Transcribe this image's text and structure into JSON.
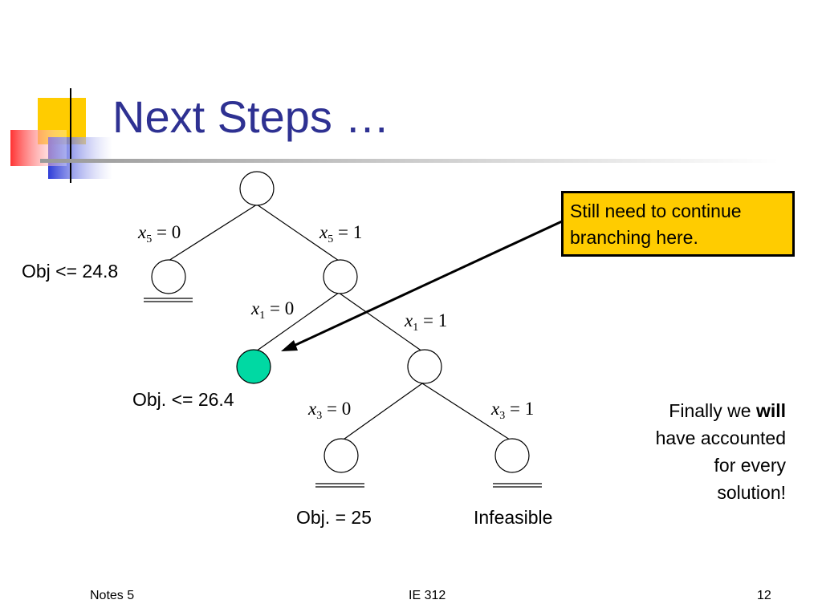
{
  "slide": {
    "title": "Next Steps …",
    "accent_colors": {
      "title": "#2e3192",
      "highlight_node": "#00d9a3",
      "callout": "#ffcc00"
    }
  },
  "tree": {
    "branch_labels": {
      "x5_0": {
        "var": "x",
        "sub": "5",
        "rel": " = 0"
      },
      "x5_1": {
        "var": "x",
        "sub": "5",
        "rel": " = 1"
      },
      "x1_0": {
        "var": "x",
        "sub": "1",
        "rel": " = 0"
      },
      "x1_1": {
        "var": "x",
        "sub": "1",
        "rel": " = 1"
      },
      "x3_0": {
        "var": "x",
        "sub": "3",
        "rel": " = 0"
      },
      "x3_1": {
        "var": "x",
        "sub": "3",
        "rel": " = 1"
      }
    },
    "node_labels": {
      "left_x5_0": "Obj <= 24.8",
      "highlight_x1_0": "Obj. <= 26.4",
      "leaf_x3_0": "Obj. = 25",
      "leaf_x3_1": "Infeasible"
    }
  },
  "callout": {
    "line1": "Still need to continue",
    "line2": "branching here."
  },
  "final_note": {
    "line1_prefix": "Finally we ",
    "line1_bold": "will",
    "line2": "have accounted",
    "line3": "for every",
    "line4": "solution!"
  },
  "footer": {
    "left": "Notes 5",
    "center": "IE 312",
    "right": "12"
  }
}
